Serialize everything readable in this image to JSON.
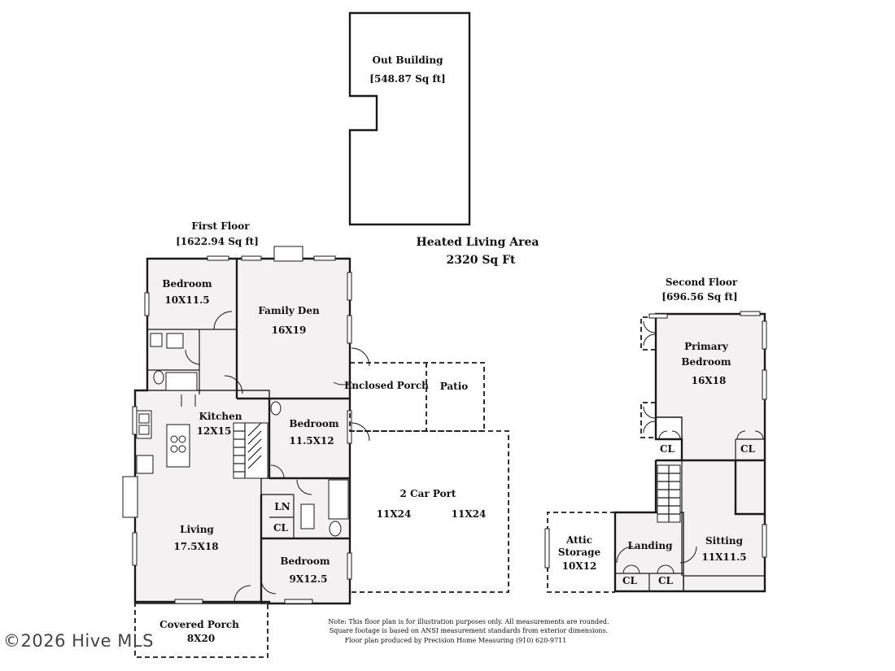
{
  "header": {
    "heated_title": "Heated Living Area",
    "heated_value": "2320 Sq Ft"
  },
  "out_building": {
    "label": "Out Building",
    "area": "[548.87 Sq ft]"
  },
  "first_floor": {
    "title": "First Floor",
    "area": "[1622.94 Sq ft]",
    "rooms": {
      "bedroom1_name": "Bedroom",
      "bedroom1_size": "10X11.5",
      "family_den_name": "Family Den",
      "family_den_size": "16X19",
      "kitchen_name": "Kitchen",
      "kitchen_size": "12X15",
      "bedroom2_name": "Bedroom",
      "bedroom2_size": "11.5X12",
      "enclosed_porch": "Enclosed Porch",
      "patio": "Patio",
      "carport_name": "2 Car Port",
      "carport_size_left": "11X24",
      "carport_size_right": "11X24",
      "ln": "LN",
      "cl": "CL",
      "living_name": "Living",
      "living_size": "17.5X18",
      "bedroom3_name": "Bedroom",
      "bedroom3_size": "9X12.5",
      "covered_porch_name": "Covered  Porch",
      "covered_porch_size": "8X20"
    }
  },
  "second_floor": {
    "title": "Second Floor",
    "area": "[696.56 Sq ft]",
    "rooms": {
      "primary_line1": "Primary",
      "primary_line2": "Bedroom",
      "primary_size": "16X18",
      "cl_left": "CL",
      "cl_right": "CL",
      "attic_line1": "Attic",
      "attic_line2": "Storage",
      "attic_size": "10X12",
      "landing": "Landing",
      "sitting_name": "Sitting",
      "sitting_size": "11X11.5",
      "cl_bottom_left": "CL",
      "cl_bottom_right": "CL"
    }
  },
  "note": {
    "line1": "Note: This floor plan is for illustration purposes only. All measurements are rounded.",
    "line2": "Square footage is based on ANSI measurement standards from exterior dimensions.",
    "line3": "Floor plan produced by Precision Home Measuring (910) 620-9711"
  },
  "watermark": "©2026 Hive MLS"
}
